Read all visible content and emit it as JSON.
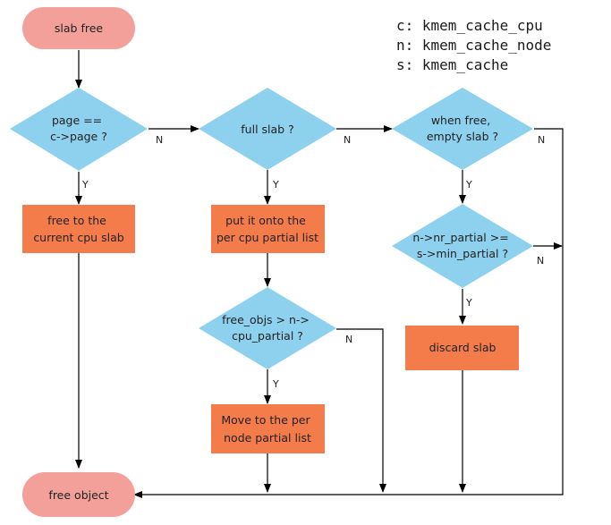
{
  "colors": {
    "terminal_fill": "#f4a09a",
    "decision_fill": "#8ed1ee",
    "process_fill": "#f47c4a",
    "line": "#000000",
    "text": "#222222"
  },
  "legend": [
    {
      "key": "c",
      "value": "kmem_cache_cpu"
    },
    {
      "key": "n",
      "value": "kmem_cache_node"
    },
    {
      "key": "s",
      "value": "kmem_cache"
    }
  ],
  "nodes": {
    "slab_free": {
      "kind": "terminal",
      "lines": [
        "slab free"
      ]
    },
    "page_check": {
      "kind": "decision",
      "lines": [
        "page ==",
        "c->page ?"
      ]
    },
    "full_slab": {
      "kind": "decision",
      "lines": [
        "full slab ?"
      ]
    },
    "empty_slab": {
      "kind": "decision",
      "lines": [
        "when free,",
        "empty slab ?"
      ]
    },
    "free_to_cpu": {
      "kind": "process",
      "lines": [
        "free to the",
        "current cpu slab"
      ]
    },
    "put_partial": {
      "kind": "process",
      "lines": [
        "put it onto the",
        "per cpu partial list"
      ]
    },
    "nr_partial": {
      "kind": "decision",
      "lines": [
        "n->nr_partial >=",
        "s->min_partial ?"
      ]
    },
    "free_objs": {
      "kind": "decision",
      "lines": [
        "free_objs > n->",
        "cpu_partial ?"
      ]
    },
    "discard": {
      "kind": "process",
      "lines": [
        "discard slab"
      ]
    },
    "move_node": {
      "kind": "process",
      "lines": [
        "Move to the per",
        "node partial list"
      ]
    },
    "free_object": {
      "kind": "terminal",
      "lines": [
        "free object"
      ]
    }
  },
  "edge_labels": {
    "page_no": "N",
    "page_yes": "Y",
    "full_no": "N",
    "full_yes": "Y",
    "empty_no": "N",
    "empty_yes": "Y",
    "nr_no": "N",
    "nr_yes": "Y",
    "objs_no": "N",
    "objs_yes": "Y"
  }
}
